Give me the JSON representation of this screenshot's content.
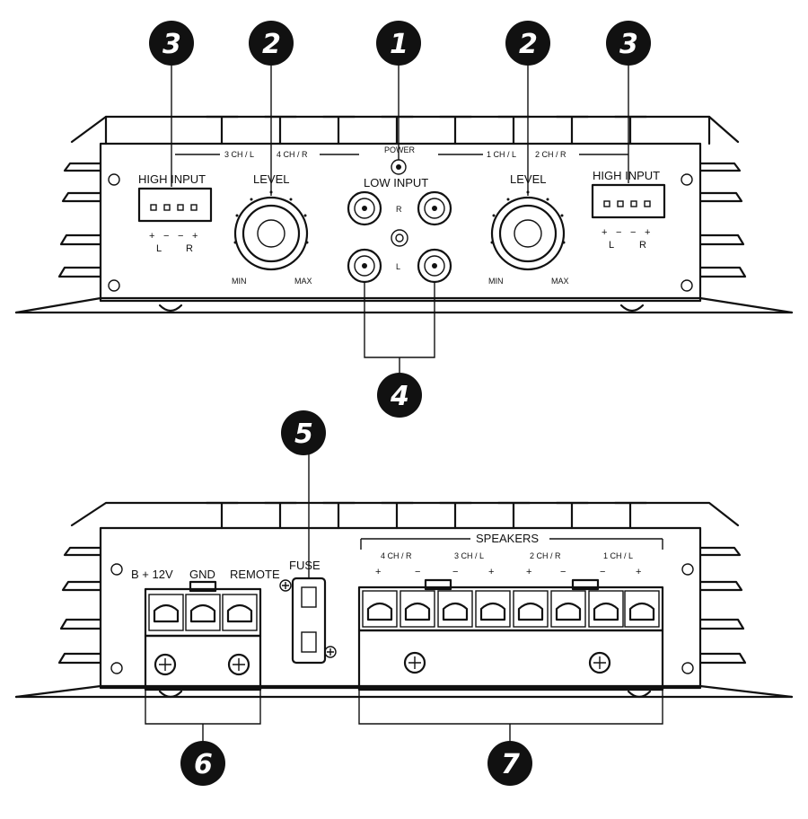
{
  "callouts": {
    "c1": "1",
    "c2": "2",
    "c3": "3",
    "c4": "4",
    "c5": "5",
    "c6": "6",
    "c7": "7"
  },
  "front": {
    "ch_left": "3 CH / L",
    "ch_left2": "4 CH / R",
    "ch_right": "1 CH / L",
    "ch_right2": "2 CH / R",
    "power": "POWER",
    "high_input": "HIGH INPUT",
    "level": "LEVEL",
    "low_input": "LOW INPUT",
    "r": "R",
    "l": "L",
    "min": "MIN",
    "max": "MAX",
    "hi_plus": "+",
    "hi_minus": "−",
    "hi_L": "L",
    "hi_R": "R"
  },
  "rear": {
    "b12v": "B + 12V",
    "gnd": "GND",
    "remote": "REMOTE",
    "fuse": "FUSE",
    "speakers": "SPEAKERS",
    "ch4r": "4 CH / R",
    "ch3l": "3 CH / L",
    "ch2r": "2 CH / R",
    "ch1l": "1 CH / L",
    "plus": "+",
    "minus": "−"
  },
  "colors": {
    "ink": "#111111",
    "callout_fill": "#111111",
    "callout_text": "#ffffff"
  }
}
